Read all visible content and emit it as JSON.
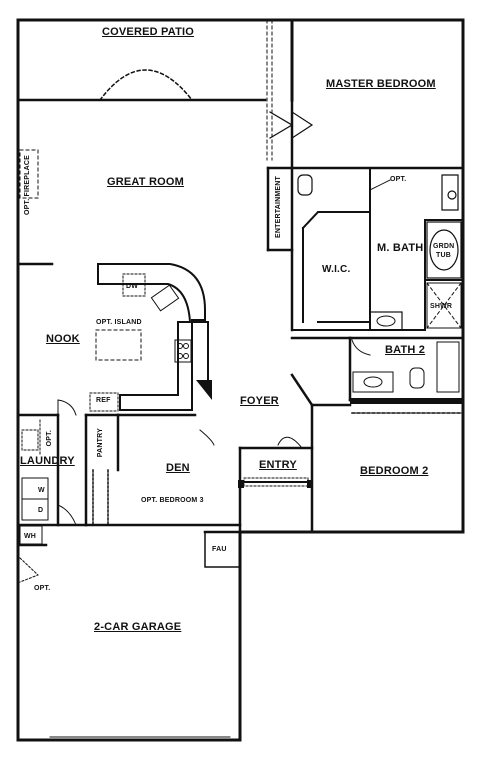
{
  "rooms": {
    "covered_patio": "COVERED PATIO",
    "master_bedroom": "MASTER BEDROOM",
    "great_room": "GREAT ROOM",
    "opt_fireplace": "OPT. FIREPLACE",
    "entertainment": "ENTERTAINMENT",
    "wic": "W.I.C.",
    "m_bath": "M. BATH",
    "grdn_tub_line1": "GRDN",
    "grdn_tub_line2": "TUB",
    "shwr": "SHWR",
    "opt_wc": "OPT.",
    "nook": "NOOK",
    "dw": "DW",
    "opt_island": "OPT. ISLAND",
    "ref": "REF",
    "bath2": "BATH 2",
    "foyer": "FOYER",
    "pantry": "PANTRY",
    "opt_laundry": "OPT.",
    "laundry": "LAUNDRY",
    "den": "DEN",
    "opt_bedroom3": "OPT. BEDROOM 3",
    "entry": "ENTRY",
    "bedroom2": "BEDROOM 2",
    "washer": "W",
    "dryer": "D",
    "water_heater": "WH",
    "fau": "FAU",
    "opt_garage": "OPT.",
    "garage": "2-CAR GARAGE"
  }
}
